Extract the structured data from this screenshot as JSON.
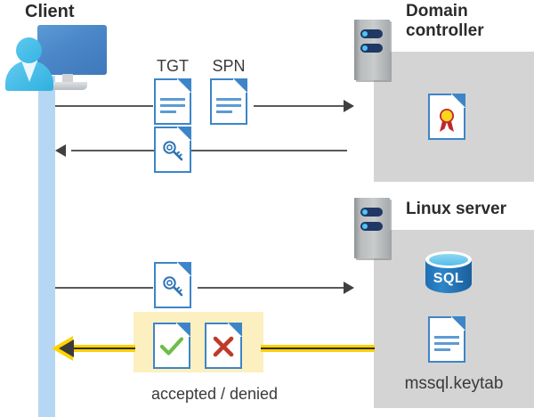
{
  "diagram": {
    "title_client": "Client",
    "title_domain_controller": "Domain controller",
    "title_linux_server": "Linux server",
    "colors": {
      "panel_gray": "#d4d4d4",
      "lifeline_blue": "#b6d7f4",
      "doc_blue": "#3d85c8",
      "gold_arrow": "#ffd200",
      "highlight_yellow": "#fdf0c0",
      "check_green": "#6cbe45",
      "x_red": "#c0392b",
      "sql_blue": "#2e86c8",
      "text_dark": "#3a3a3a"
    },
    "labels": {
      "tgt": "TGT",
      "spn": "SPN",
      "accepted_denied": "accepted / denied",
      "mssql_keytab": "mssql.keytab",
      "sql": "SQL"
    },
    "icons": {
      "client": "client-workstation-icon",
      "dc_rack": "server-rack-icon",
      "linux_rack": "server-rack-icon",
      "tgt_doc": "document-icon",
      "spn_doc": "document-icon",
      "ticket_key_doc": "document-key-icon",
      "service_ticket_doc": "document-key-icon",
      "accepted_doc": "document-check-icon",
      "denied_doc": "document-x-icon",
      "certificate": "certificate-document-icon",
      "sql_database": "sql-database-icon",
      "keytab_doc": "document-icon"
    },
    "flows": [
      {
        "name": "client-to-dc-tgt-spn",
        "direction": "right",
        "from": "Client",
        "to": "Domain controller"
      },
      {
        "name": "dc-to-client-ticket",
        "direction": "left",
        "from": "Domain controller",
        "to": "Client"
      },
      {
        "name": "client-to-linux-ticket",
        "direction": "right",
        "from": "Client",
        "to": "Linux server"
      },
      {
        "name": "linux-to-client-result",
        "direction": "left",
        "from": "Linux server",
        "to": "Client"
      }
    ]
  }
}
